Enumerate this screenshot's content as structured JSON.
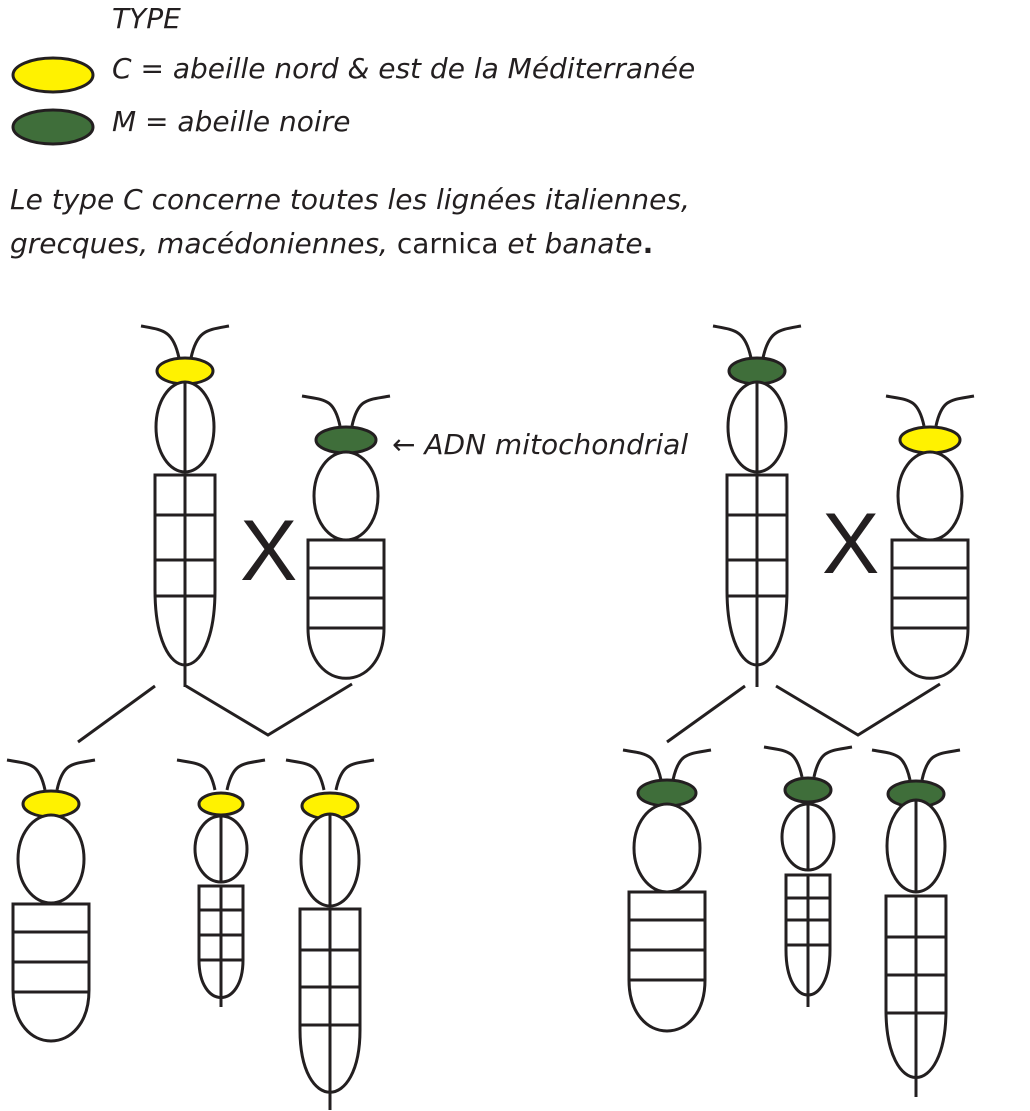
{
  "legend": {
    "title": "TYPE",
    "items": [
      {
        "key": "C",
        "label": "C = abeille nord & est de la Méditerranée",
        "color": "#fff200"
      },
      {
        "key": "M",
        "label": "M = abeille noire",
        "color": "#3f6e3a"
      }
    ]
  },
  "note": {
    "line1": "Le type C concerne toutes les lignées italiennes,",
    "line2_part1": "grecques, macédoniennes,",
    "line2_part2": " carnica ",
    "line2_part3": "et banate",
    "line2_end": "."
  },
  "diagram": {
    "annotation": "← ADN mitochondrial",
    "cross_symbol": "X",
    "crosses": [
      {
        "name": "left",
        "mito_type": "C",
        "queen_head": "C",
        "drone_head": "M"
      },
      {
        "name": "right",
        "mito_type": "M",
        "queen_head": "M",
        "drone_head": "C"
      }
    ]
  }
}
